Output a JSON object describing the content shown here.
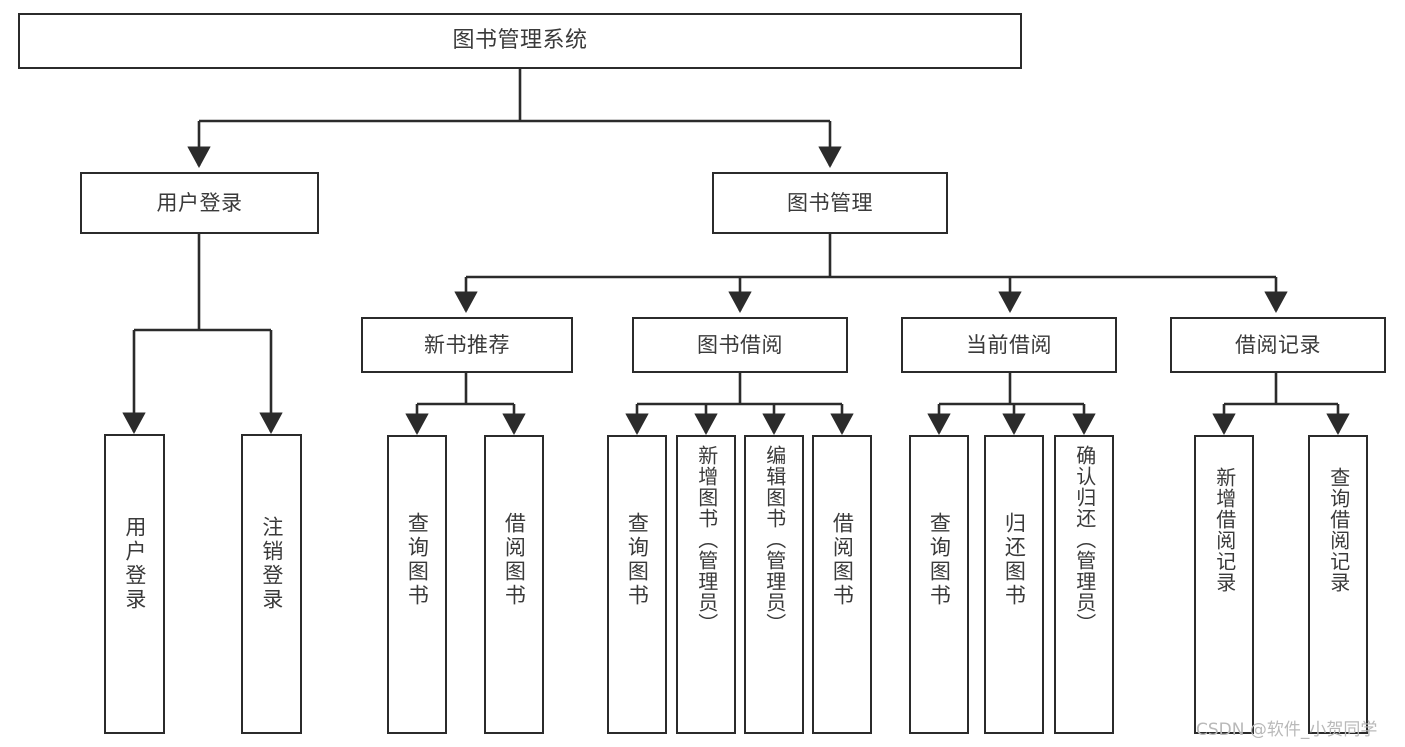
{
  "diagram": {
    "title": "图书管理系统",
    "type": "tree-hierarchy-chart",
    "colors": {
      "line": "#2b2b2b",
      "box_border": "#2b2b2b",
      "box_fill": "#ffffff",
      "text": "#3a3a3a",
      "watermark": "#b9b9b9",
      "background": "#ffffff"
    },
    "root": {
      "label": "图书管理系统"
    },
    "level2": [
      {
        "label": "用户登录"
      },
      {
        "label": "图书管理"
      }
    ],
    "level3": [
      {
        "label": "新书推荐"
      },
      {
        "label": "图书借阅"
      },
      {
        "label": "当前借阅"
      },
      {
        "label": "借阅记录"
      }
    ],
    "leaves": {
      "user_login": [
        {
          "label": "用户登录"
        },
        {
          "label": "注销登录"
        }
      ],
      "new_book_recommend": [
        {
          "label": "查询图书"
        },
        {
          "label": "借阅图书"
        }
      ],
      "book_borrow": [
        {
          "label": "查询图书"
        },
        {
          "label": "新增图书（管理员）"
        },
        {
          "label": "编辑图书（管理员）"
        },
        {
          "label": "借阅图书"
        }
      ],
      "current_borrow": [
        {
          "label": "查询图书"
        },
        {
          "label": "归还图书"
        },
        {
          "label": "确认归还（管理员）"
        }
      ],
      "borrow_record": [
        {
          "label": "新增借阅记录"
        },
        {
          "label": "查询借阅记录"
        }
      ]
    },
    "watermark": "CSDN @软件_小贺同学"
  }
}
